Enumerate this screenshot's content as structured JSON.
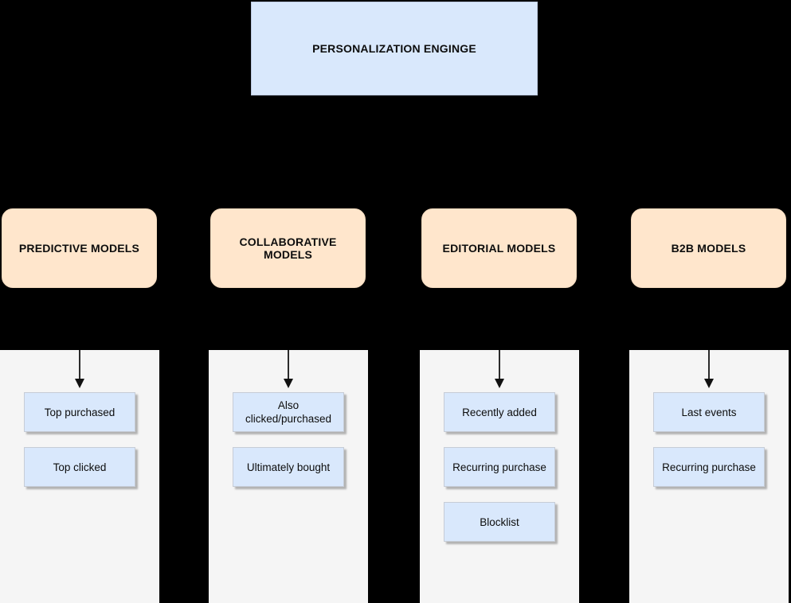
{
  "canvas": {
    "background": "#000000"
  },
  "diagram": {
    "root_node": {
      "label": "PERSONALIZATION ENGINGE",
      "fill": "#d9e8fc"
    },
    "colors": {
      "category_fill": "#ffe6cc",
      "panel_fill": "#f5f5f5",
      "item_fill": "#d9e8fc",
      "arrow": "#2b2b2b",
      "text": "#0d0d0d"
    },
    "columns": [
      {
        "label": "PREDICTIVE MODELS",
        "items": [
          "Top purchased",
          "Top clicked"
        ]
      },
      {
        "label": "COLLABORATIVE MODELS",
        "items": [
          "Also\nclicked/purchased",
          "Ultimately bought"
        ]
      },
      {
        "label": "EDITORIAL MODELS",
        "items": [
          "Recently added",
          "Recurring purchase",
          "Blocklist"
        ]
      },
      {
        "label": "B2B MODELS",
        "items": [
          "Last events",
          "Recurring purchase"
        ]
      }
    ]
  }
}
